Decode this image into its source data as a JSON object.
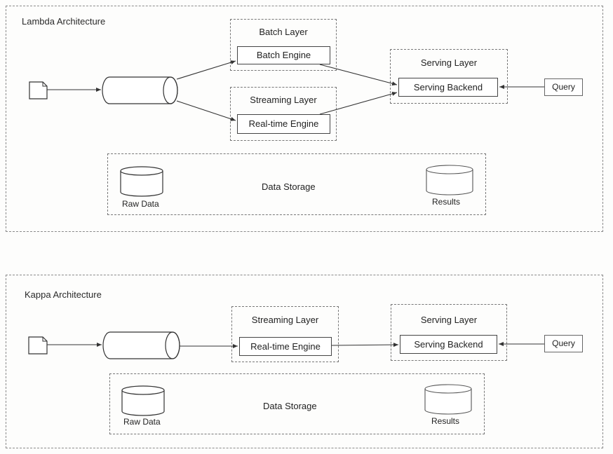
{
  "lambda": {
    "title": "Lambda Architecture",
    "batch_layer": "Batch Layer",
    "batch_engine": "Batch Engine",
    "streaming_layer": "Streaming Layer",
    "realtime_engine": "Real-time Engine",
    "serving_layer": "Serving Layer",
    "serving_backend": "Serving Backend",
    "query": "Query",
    "data_storage": "Data Storage",
    "raw_data": "Raw Data",
    "results": "Results"
  },
  "kappa": {
    "title": "Kappa Architecture",
    "streaming_layer": "Streaming Layer",
    "realtime_engine": "Real-time Engine",
    "serving_layer": "Serving Layer",
    "serving_backend": "Serving Backend",
    "query": "Query",
    "data_storage": "Data Storage",
    "raw_data": "Raw Data",
    "results": "Results"
  },
  "colors": {
    "line": "#333333",
    "dashed": "#777777"
  }
}
